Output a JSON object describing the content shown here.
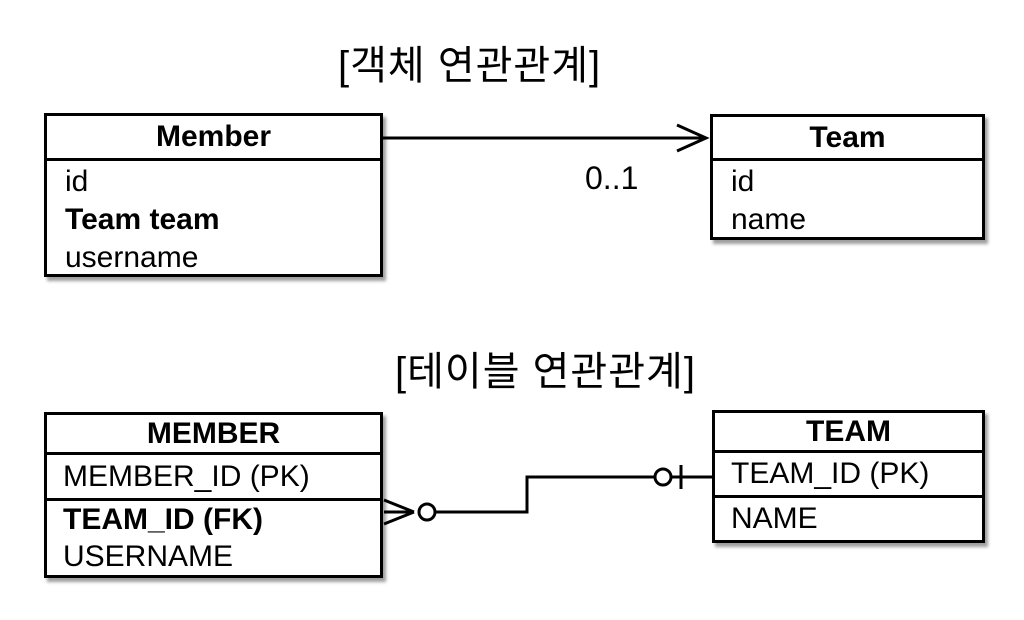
{
  "colors": {
    "line": "#000000",
    "text": "#000000",
    "box_fill": "#ffffff",
    "background": "#ffffff"
  },
  "object_section": {
    "title": "[객체 연관관계]",
    "member_class": {
      "title": "Member",
      "fields": [
        "id",
        "Team team",
        "username"
      ]
    },
    "team_class": {
      "title": "Team",
      "fields": [
        "id",
        "name"
      ]
    },
    "association": {
      "multiplicity": "0..1",
      "arrow_icon": "open-arrowhead-icon",
      "direction": "Member to Team"
    }
  },
  "table_section": {
    "title": "[테이블 연관관계]",
    "member_table": {
      "title": "MEMBER",
      "pk_row": "MEMBER_ID (PK)",
      "rows": [
        "TEAM_ID (FK)",
        "USERNAME"
      ]
    },
    "team_table": {
      "title": "TEAM",
      "pk_row": "TEAM_ID (PK)",
      "rows": [
        "NAME"
      ]
    },
    "relationship": {
      "member_end_icon": "crowsfoot-zero-or-many-icon",
      "team_end_icon": "zero-or-one-icon"
    }
  }
}
